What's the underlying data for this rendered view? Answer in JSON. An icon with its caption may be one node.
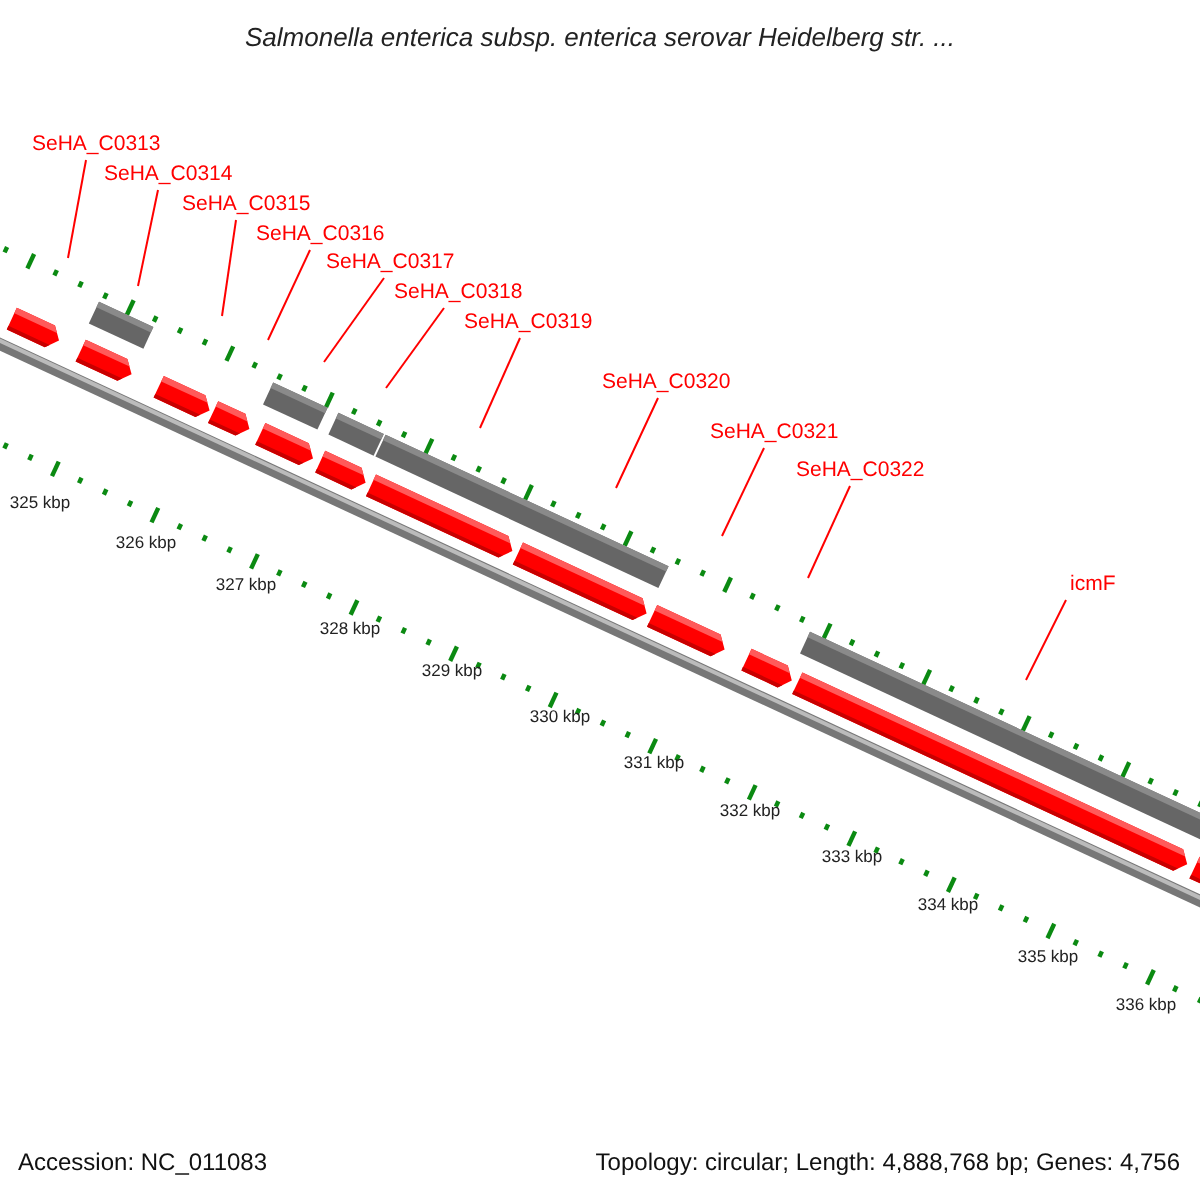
{
  "diagram": {
    "title": "Salmonella enterica subsp. enterica serovar Heidelberg str. ...",
    "nodes": [
      {
        "text": [
          "SeHA_C0313"
        ]
      },
      {
        "text": [
          "SeHA_C0314"
        ]
      },
      {
        "text": [
          "SeHA_C0315"
        ]
      },
      {
        "text": [
          "SeHA_C0316"
        ]
      },
      {
        "text": [
          "SeHA_C0317"
        ]
      },
      {
        "text": [
          "SeHA_C0318"
        ]
      },
      {
        "text": [
          "SeHA_C0319"
        ]
      },
      {
        "text": [
          "SeHA_C0320"
        ]
      },
      {
        "text": [
          "SeHA_C0321"
        ]
      },
      {
        "text": [
          "SeHA_C0322"
        ]
      },
      {
        "text": [
          "icmF"
        ]
      }
    ],
    "edges": [
      {
        "from": 0,
        "to": null,
        "arrow": "none"
      },
      {
        "from": 1,
        "to": null,
        "arrow": "none"
      },
      {
        "from": 2,
        "to": null,
        "arrow": "none"
      },
      {
        "from": 3,
        "to": null,
        "arrow": "none"
      },
      {
        "from": 4,
        "to": null,
        "arrow": "none"
      },
      {
        "from": 5,
        "to": null,
        "arrow": "none"
      },
      {
        "from": 6,
        "to": null,
        "arrow": "none"
      },
      {
        "from": 7,
        "to": null,
        "arrow": "none"
      },
      {
        "from": 8,
        "to": null,
        "arrow": "none"
      },
      {
        "from": 9,
        "to": null,
        "arrow": "none"
      },
      {
        "from": 10,
        "to": null,
        "arrow": "none"
      }
    ],
    "labels": [
      "325 kbp",
      "326 kbp",
      "327 kbp",
      "328 kbp",
      "329 kbp",
      "330 kbp",
      "331 kbp",
      "332 kbp",
      "333 kbp",
      "334 kbp",
      "335 kbp",
      "336 kbp",
      "Accession: NC_011083",
      "Topology: circular; Length: 4,888,768 bp; Genes: 4,756"
    ]
  }
}
